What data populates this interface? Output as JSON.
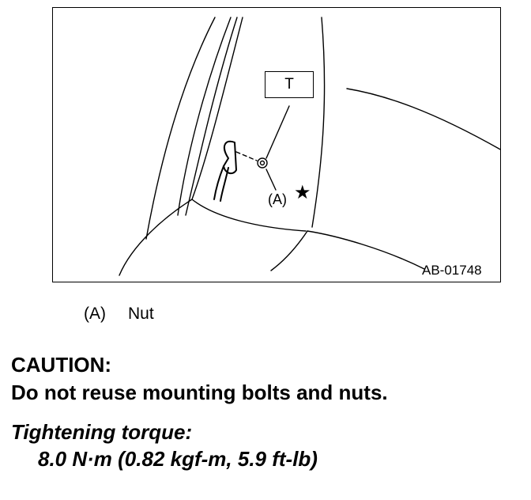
{
  "figure": {
    "tool_label": "T",
    "callout_label": "(A)",
    "star_symbol": "★",
    "figure_id": "AB-01748"
  },
  "legend": {
    "key": "(A)",
    "text": "Nut"
  },
  "caution": {
    "title": "CAUTION:",
    "text": "Do not reuse mounting bolts and nuts."
  },
  "torque": {
    "title": "Tightening torque:",
    "value": "8.0 N·m (0.82 kgf-m, 5.9 ft-lb)"
  },
  "icons": [
    "seat-illustration",
    "star-icon"
  ]
}
